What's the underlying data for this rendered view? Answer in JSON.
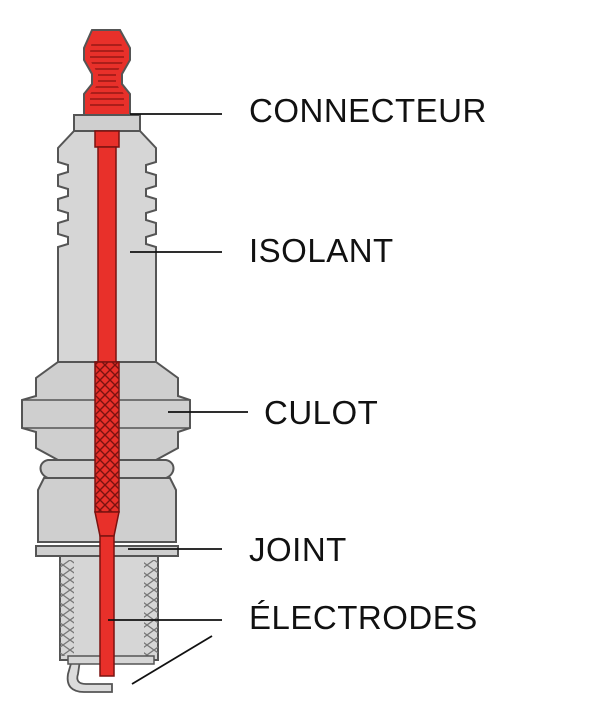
{
  "diagram": {
    "labels": {
      "connecteur": "CONNECTEUR",
      "isolant": "ISOLANT",
      "culot": "CULOT",
      "joint": "JOINT",
      "electrodes": "ÉLECTRODES"
    },
    "colors": {
      "core": "#e8302a",
      "insulator": "#d6d6d6",
      "body": "#cfcfcf",
      "outline": "#555555",
      "line": "#111111"
    }
  }
}
